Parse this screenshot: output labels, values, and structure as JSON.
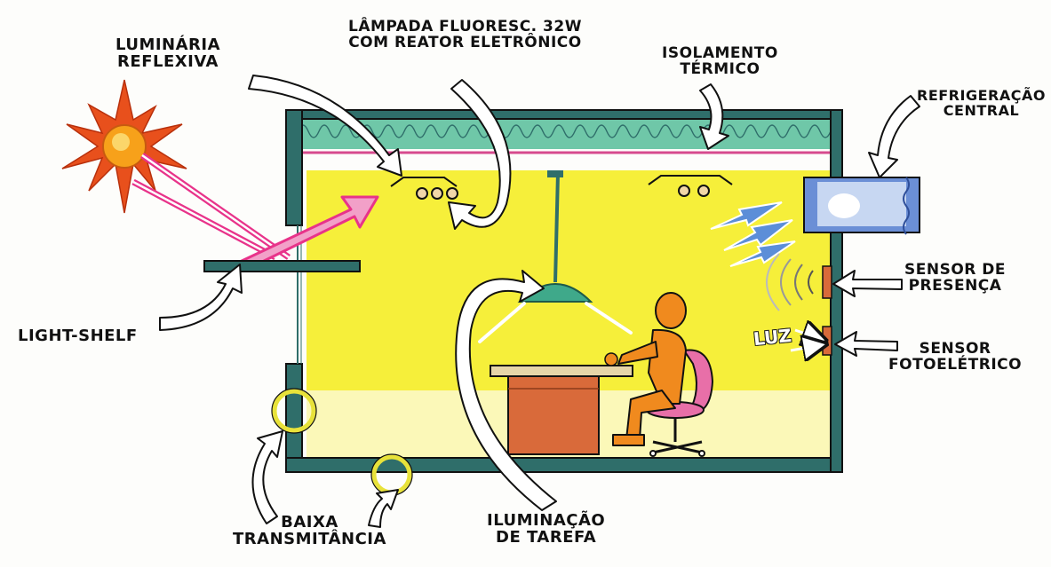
{
  "labels": {
    "luminaria": [
      "LUMINÁRIA",
      "REFLEXIVA"
    ],
    "lampada": [
      "LÂMPADA FLUORESC. 32W",
      "COM REATOR ELETRÔNICO"
    ],
    "isolamento": [
      "ISOLAMENTO",
      "TÉRMICO"
    ],
    "refrigeracao": [
      "REFRIGERAÇÃO",
      "CENTRAL"
    ],
    "sensor_presenca": [
      "SENSOR DE",
      "PRESENÇA"
    ],
    "sensor_foto": [
      "SENSOR",
      "FOTOELÉTRICO"
    ],
    "light_shelf": "LIGHT-SHELF",
    "baixa_transmitancia": [
      "BAIXA",
      "TRANSMITÂNCIA"
    ],
    "iluminacao_tarefa": [
      "ILUMINAÇÃO",
      "DE TAREFA"
    ],
    "luz": "LUZ"
  },
  "colors": {
    "wall": "#2f6e6a",
    "interior": "#f6ef3a",
    "insulation": "#6fc7a8",
    "ceiling_line": "#d64a8e",
    "sun_ray": "#e8338a",
    "sun_core": "#f7a11a",
    "sun_spikes": "#e8501c",
    "person": "#f08a1e",
    "desk": "#d96a3a",
    "chair": "#e86fa8",
    "lamp": "#3fa98a",
    "ac_unit": "#6b8fd6",
    "cold_air": "#5c8ed8",
    "highlight_ring": "#e8e23a"
  },
  "icons": [
    "sun-icon",
    "person-icon",
    "desk-icon",
    "chair-icon",
    "pendant-lamp-icon",
    "fluorescent-lamp-icon",
    "ac-unit-icon",
    "sensor-icon"
  ]
}
